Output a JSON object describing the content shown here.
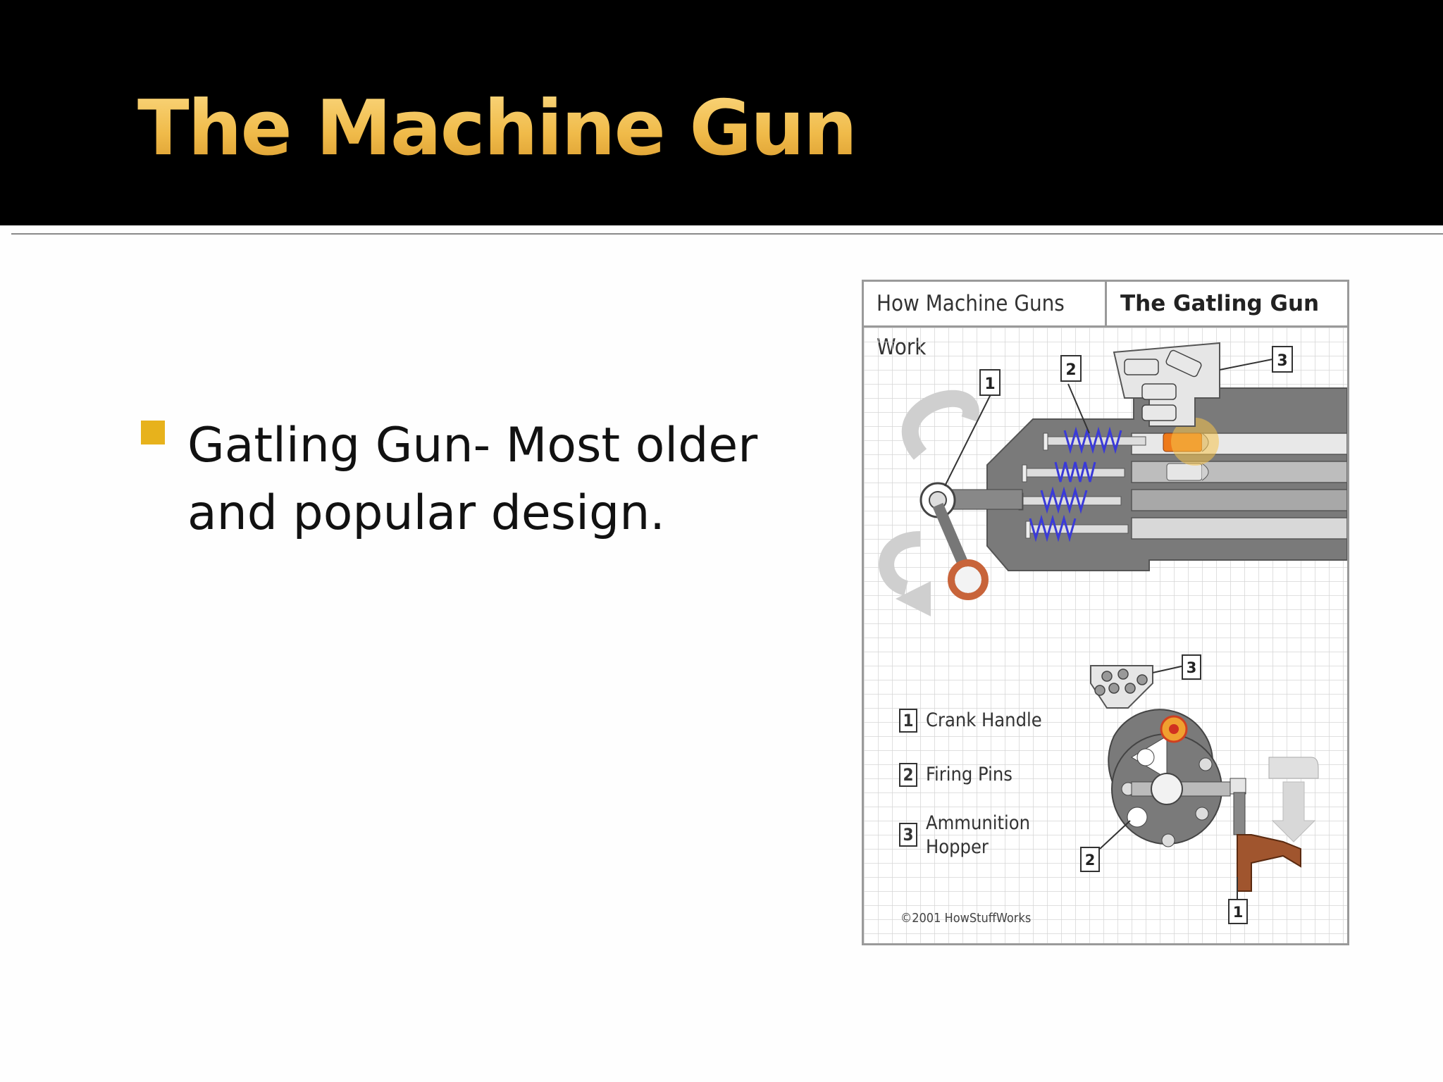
{
  "slide": {
    "title": "The Machine Gun",
    "bullets": [
      "Gatling Gun- Most older and popular design."
    ]
  },
  "figure": {
    "header_left": "How Machine Guns Work",
    "header_right": "The Gatling Gun",
    "callout_numbers": [
      "1",
      "2",
      "3"
    ],
    "legend": [
      {
        "num": "1",
        "label": "Crank Handle"
      },
      {
        "num": "2",
        "label": "Firing Pins"
      },
      {
        "num": "3",
        "label": "Ammunition Hopper"
      }
    ],
    "copyright": "©2001 HowStuffWorks"
  },
  "colors": {
    "title_gold": "#f0bb4a",
    "bullet_square": "#e7b21c",
    "spring_blue": "#3a3ad8",
    "crank_copper": "#c8643a"
  }
}
